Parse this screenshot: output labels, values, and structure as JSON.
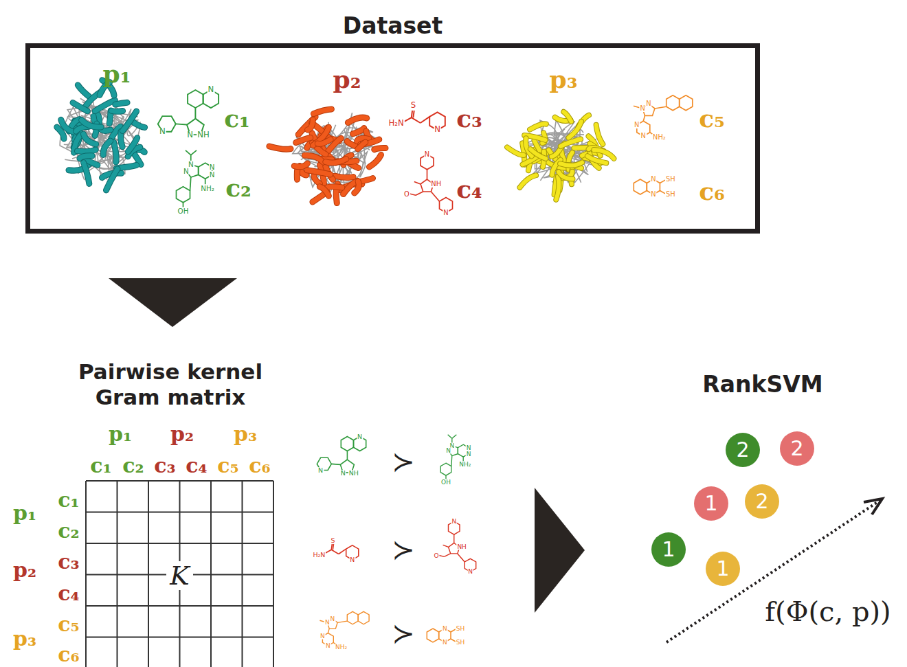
{
  "diagram": {
    "nodes": [
      {
        "text": [
          "Dataset"
        ]
      },
      {
        "text": [
          "K"
        ]
      },
      {
        "text": [
          "2"
        ]
      },
      {
        "text": [
          "2"
        ]
      },
      {
        "text": [
          "1"
        ]
      },
      {
        "text": [
          "2"
        ]
      },
      {
        "text": [
          "1"
        ]
      },
      {
        "text": [
          "1"
        ]
      }
    ],
    "labels": [
      "p₁",
      "N",
      "N",
      "N",
      "NH",
      "c₁",
      "N",
      "N",
      "N",
      "N",
      "NH₂",
      "OH",
      "c₂",
      "p₂",
      "H₂N",
      "S",
      "N",
      "c₃",
      "N",
      "NH",
      "O",
      "N",
      "c₄",
      "p₃",
      "N",
      "N",
      "N",
      "N",
      "NH₂",
      "c₅",
      "N",
      "N",
      "SH",
      "SH",
      "c₆",
      "Pairwise kernel Gram matrix",
      "p₁",
      "p₂",
      "p₃",
      "c₁",
      "c₂",
      "c₃",
      "c₄",
      "c₅",
      "c₆",
      "p₁",
      "c₁",
      "c₂",
      "p₂",
      "c₃",
      "c₄",
      "p₃",
      "c₅",
      "c₆",
      "N",
      "N",
      "N",
      "NH",
      "≻",
      "N",
      "N",
      "N",
      "N",
      "NH₂",
      "OH",
      "H₂N",
      "S",
      "N",
      "≻",
      "N",
      "NH",
      "O",
      "N",
      "N",
      "N",
      "N",
      "N",
      "NH₂",
      "≻",
      "N",
      "N",
      "SH",
      "SH",
      "RankSVM",
      "f(Φ(c, p))"
    ]
  }
}
